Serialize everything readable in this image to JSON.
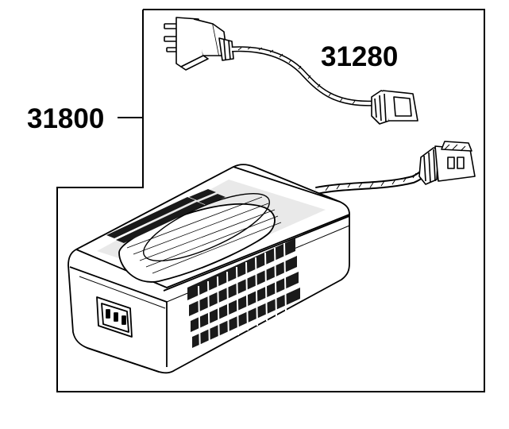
{
  "diagram": {
    "parts": [
      {
        "id": "charger-assembly",
        "number": "31800"
      },
      {
        "id": "power-cord",
        "number": "31280"
      }
    ]
  },
  "colors": {
    "line": "#000000",
    "background": "#ffffff",
    "stripe": "#1a1a1a",
    "shade": "#e9e9e9"
  }
}
